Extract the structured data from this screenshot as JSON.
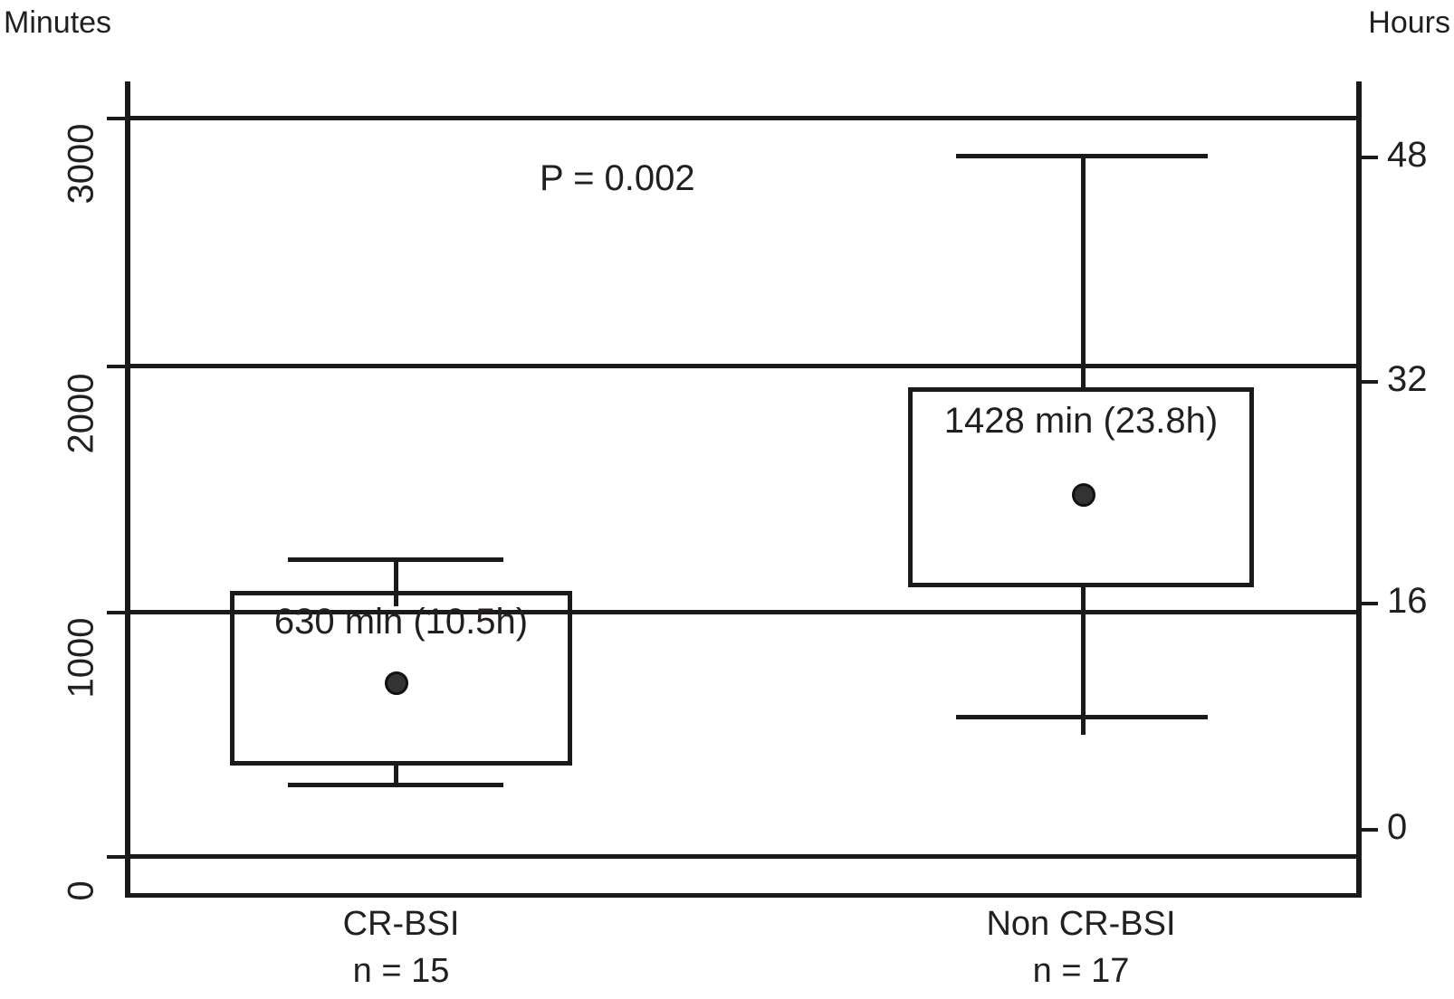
{
  "chart_data": {
    "type": "box",
    "title": "",
    "xlabel": "",
    "ylabel": "Minutes",
    "y2label": "Hours",
    "grid": true,
    "legend": "none",
    "ylim": [
      0,
      3000
    ],
    "y2lim": [
      0,
      48
    ],
    "yticks": [
      "3000",
      "2000",
      "1000",
      "0"
    ],
    "ytick_values": [
      3000,
      2000,
      1000,
      0
    ],
    "y2ticks": [
      "48",
      "32",
      "16",
      "0"
    ],
    "y2tick_values": [
      48,
      32,
      16,
      0
    ],
    "annotations": [
      {
        "text": "P = 0.002",
        "x_value": "between-groups",
        "y_value": 2750
      }
    ],
    "categories": [
      "CR-BSI",
      "Non CR-BSI"
    ],
    "series": [
      {
        "name": "CR-BSI",
        "n_label": "n = 15",
        "n": 15,
        "median": 630,
        "median_label": "630 min (10.5h)",
        "median_hours": 10.5,
        "q1": 380,
        "q3": 1030,
        "whisker_low": 270,
        "whisker_high": 1120
      },
      {
        "name": "Non CR-BSI",
        "n_label": "n = 17",
        "n": 17,
        "median": 1428,
        "median_label": "1428 min (23.8h)",
        "median_hours": 23.8,
        "q1": 1065,
        "q3": 1925,
        "whisker_low": 490,
        "whisker_high": 2860
      }
    ],
    "colors": {
      "line": "#1a1a1a",
      "text": "#231f20",
      "marker_fill": "#333333",
      "marker_edge": "#111111",
      "background": "#ffffff"
    }
  },
  "axes": {
    "left_unit": "Minutes",
    "right_unit": "Hours"
  },
  "yticks_left": [
    {
      "label": "3000"
    },
    {
      "label": "2000"
    },
    {
      "label": "1000"
    },
    {
      "label": "0"
    }
  ],
  "yticks_right": [
    {
      "label": "48"
    },
    {
      "label": "32"
    },
    {
      "label": "16"
    },
    {
      "label": "0"
    }
  ],
  "annotation": {
    "pvalue": "P = 0.002"
  },
  "boxes": [
    {
      "median_label": "630 min (10.5h)",
      "category": "CR-BSI",
      "n_label": "n = 15"
    },
    {
      "median_label": "1428 min (23.8h)",
      "category": "Non CR-BSI",
      "n_label": "n = 17"
    }
  ]
}
